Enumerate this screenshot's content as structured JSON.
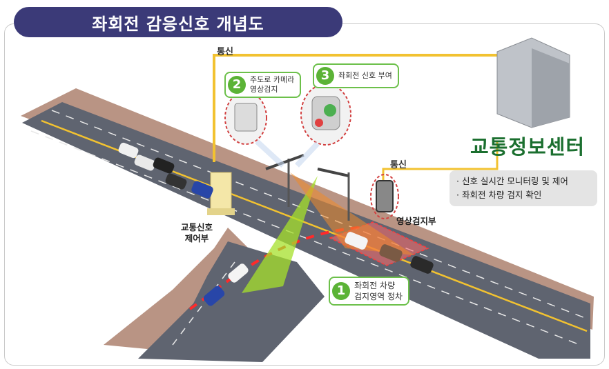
{
  "title": "좌회전 감응신호 개념도",
  "labels": {
    "comm_top": "통신",
    "comm_right": "통신",
    "signal_controller": [
      "교통신호",
      "제어부"
    ],
    "video_detector": "영상검지부",
    "traffic_center": "교통정보센터"
  },
  "steps": [
    {
      "number": "1",
      "lines": [
        "좌회전 차량",
        "검지영역 정차"
      ]
    },
    {
      "number": "2",
      "lines": [
        "주도로 카메라",
        "영상검지"
      ]
    },
    {
      "number": "3",
      "lines": [
        "좌회전 신호 부여"
      ]
    }
  ],
  "center_info": [
    "신호 실시간 모니터링 및 제어",
    "좌회전 차량 검지 확인"
  ],
  "colors": {
    "title_bg": "#3b3a78",
    "comm_line": "#f2c230",
    "step_green": "#5bb336",
    "center_text": "#1b6f2f",
    "road": "#5f6470",
    "sidewalk": "#b59080",
    "detection_zone": "#ff4a4a",
    "camera_beam_green": "#a6e02b",
    "camera_beam_orange": "#f08a2a"
  }
}
